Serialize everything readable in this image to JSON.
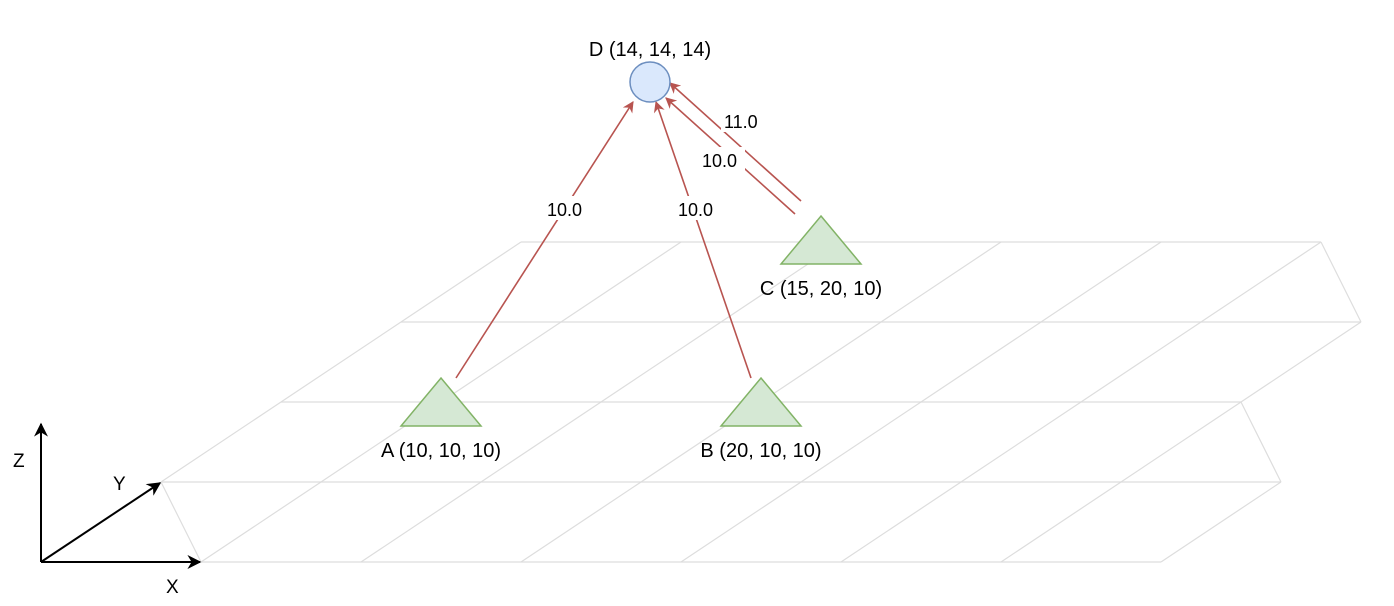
{
  "colors": {
    "grid": "#dddddd",
    "edge": "#b85450",
    "station_fill": "#d5e8d4",
    "station_stroke": "#82b366",
    "target_fill": "#dae8fc",
    "target_stroke": "#6c8ebf",
    "axis": "#000000"
  },
  "axes": {
    "x_label": "X",
    "y_label": "Y",
    "z_label": "Z"
  },
  "nodes": {
    "a": {
      "label": "A (10, 10, 10)",
      "shape": "triangle",
      "icon": "triangle-icon"
    },
    "b": {
      "label": "B (20, 10, 10)",
      "shape": "triangle",
      "icon": "triangle-icon"
    },
    "c": {
      "label": "C (15, 20, 10)",
      "shape": "triangle",
      "icon": "triangle-icon"
    },
    "d": {
      "label": "D (14, 14, 14)",
      "shape": "circle",
      "icon": "circle-icon"
    }
  },
  "edges": {
    "a_to_d": {
      "from": "A",
      "to": "D",
      "label": "10.0"
    },
    "b_to_d": {
      "from": "B",
      "to": "D",
      "label": "10.0"
    },
    "c_to_d_inner": {
      "from": "C",
      "to": "D",
      "label": "10.0"
    },
    "c_to_d_outer": {
      "from": "C",
      "to": "D",
      "label": "11.0"
    }
  }
}
